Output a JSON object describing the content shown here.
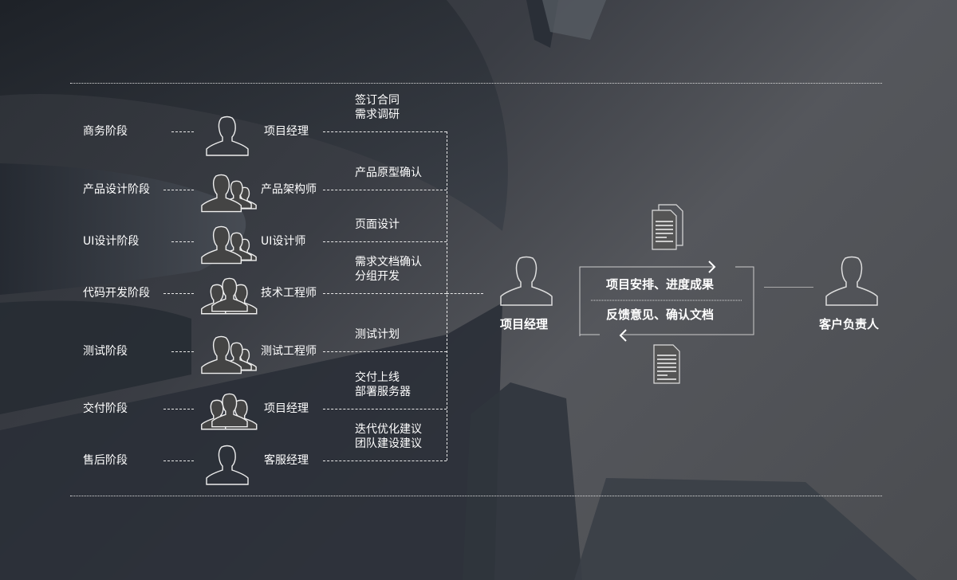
{
  "rows": [
    {
      "stage": "商务阶段",
      "role": "项目经理",
      "tasks": [
        "签订合同",
        "需求调研"
      ],
      "icon": "person-icon"
    },
    {
      "stage": "产品设计阶段",
      "role": "产品架构师",
      "tasks": [
        "产品原型确认"
      ],
      "icon": "group-icon"
    },
    {
      "stage": "UI设计阶段",
      "role": "UI设计师",
      "tasks": [
        "页面设计"
      ],
      "icon": "group-icon"
    },
    {
      "stage": "代码开发阶段",
      "role": "技术工程师",
      "tasks": [
        "需求文档确认",
        "分组开发"
      ],
      "icon": "team-icon"
    },
    {
      "stage": "测试阶段",
      "role": "测试工程师",
      "tasks": [
        "测试计划"
      ],
      "icon": "group-icon"
    },
    {
      "stage": "交付阶段",
      "role": "项目经理",
      "tasks": [
        "交付上线",
        "部署服务器"
      ],
      "icon": "team-icon"
    },
    {
      "stage": "售后阶段",
      "role": "客服经理",
      "tasks": [
        "迭代优化建议",
        "团队建设建议"
      ],
      "icon": "person-icon"
    }
  ],
  "center": {
    "pm_label": "项目经理",
    "forward_label": "项目安排、进度成果",
    "back_label": "反馈意见、确认文档",
    "client_label": "客户负责人"
  },
  "colors": {
    "line": "#e8e8e8",
    "background": "#3a3d44"
  }
}
